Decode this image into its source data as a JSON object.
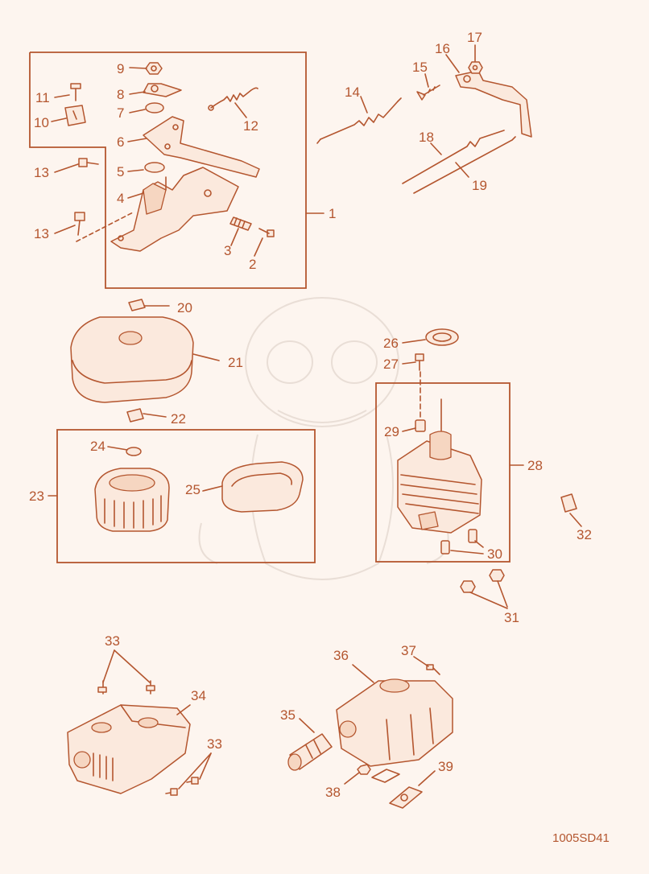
{
  "callouts": [
    {
      "id": "c1",
      "text": "1"
    },
    {
      "id": "c2",
      "text": "2"
    },
    {
      "id": "c3",
      "text": "3"
    },
    {
      "id": "c4",
      "text": "4"
    },
    {
      "id": "c5",
      "text": "5"
    },
    {
      "id": "c6",
      "text": "6"
    },
    {
      "id": "c7",
      "text": "7"
    },
    {
      "id": "c8",
      "text": "8"
    },
    {
      "id": "c9",
      "text": "9"
    },
    {
      "id": "c10",
      "text": "10"
    },
    {
      "id": "c11",
      "text": "11"
    },
    {
      "id": "c12",
      "text": "12"
    },
    {
      "id": "c13a",
      "text": "13"
    },
    {
      "id": "c13b",
      "text": "13"
    },
    {
      "id": "c14",
      "text": "14"
    },
    {
      "id": "c15",
      "text": "15"
    },
    {
      "id": "c16",
      "text": "16"
    },
    {
      "id": "c17",
      "text": "17"
    },
    {
      "id": "c18",
      "text": "18"
    },
    {
      "id": "c19",
      "text": "19"
    },
    {
      "id": "c20",
      "text": "20"
    },
    {
      "id": "c21",
      "text": "21"
    },
    {
      "id": "c22",
      "text": "22"
    },
    {
      "id": "c23",
      "text": "23"
    },
    {
      "id": "c24",
      "text": "24"
    },
    {
      "id": "c25",
      "text": "25"
    },
    {
      "id": "c26",
      "text": "26"
    },
    {
      "id": "c27",
      "text": "27"
    },
    {
      "id": "c28",
      "text": "28"
    },
    {
      "id": "c29",
      "text": "29"
    },
    {
      "id": "c30",
      "text": "30"
    },
    {
      "id": "c31",
      "text": "31"
    },
    {
      "id": "c32",
      "text": "32"
    },
    {
      "id": "c33a",
      "text": "33"
    },
    {
      "id": "c33b",
      "text": "33"
    },
    {
      "id": "c34",
      "text": "34"
    },
    {
      "id": "c35",
      "text": "35"
    },
    {
      "id": "c36",
      "text": "36"
    },
    {
      "id": "c37",
      "text": "37"
    },
    {
      "id": "c38",
      "text": "38"
    },
    {
      "id": "c39",
      "text": "39"
    }
  ],
  "figure_ref": "1005SD41",
  "colors": {
    "line": "#b4562f",
    "background": "#fdf5ef"
  }
}
